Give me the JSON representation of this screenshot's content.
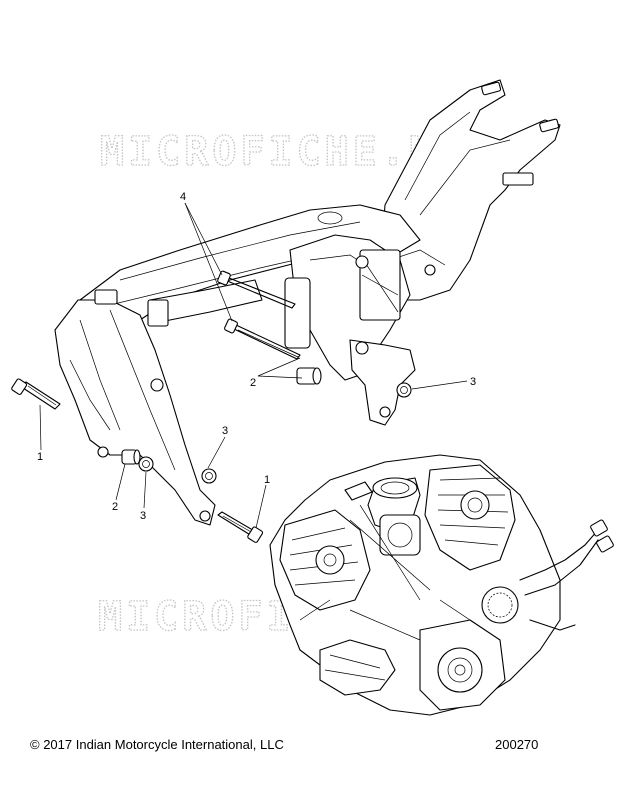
{
  "watermark": {
    "text": "MICROFICHE.NET"
  },
  "footer": {
    "copyright": "© 2017 Indian Motorcycle International, LLC",
    "diagram_id": "200270"
  },
  "callouts": [
    {
      "id": "c4",
      "label": "4"
    },
    {
      "id": "c3a",
      "label": "3"
    },
    {
      "id": "c2a",
      "label": "2"
    },
    {
      "id": "c1a",
      "label": "1"
    },
    {
      "id": "c2b",
      "label": "2"
    },
    {
      "id": "c3b",
      "label": "3"
    },
    {
      "id": "c3c",
      "label": "3"
    },
    {
      "id": "c1b",
      "label": "1"
    }
  ]
}
